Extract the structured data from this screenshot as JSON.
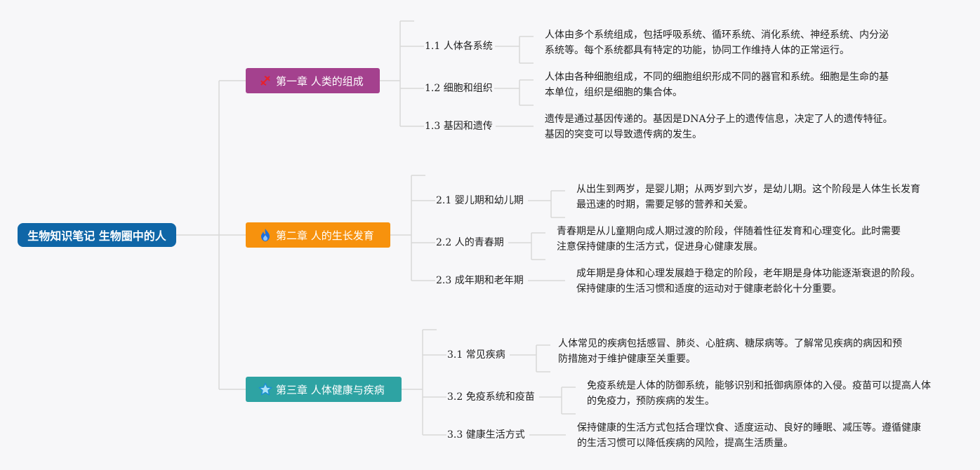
{
  "root": {
    "title": "生物知识笔记 生物圈中的人"
  },
  "chapters": [
    {
      "title": "第一章 人类的组成",
      "color": "#a4418e",
      "icon": "dna-icon",
      "sections": [
        {
          "title": "1.1 人体各系统",
          "text": [
            "人体由多个系统组成，包括呼吸系统、循环系统、消化系统、神经系统、内分泌",
            "系统等。每个系统都具有特定的功能，协同工作维持人体的正常运行。"
          ]
        },
        {
          "title": "1.2 细胞和组织",
          "text": [
            "人体由各种细胞组成，不同的细胞组织形成不同的器官和系统。细胞是生命的基",
            "本单位，组织是细胞的集合体。"
          ]
        },
        {
          "title": "1.3 基因和遗传",
          "text": [
            "遗传是通过基因传递的。基因是DNA分子上的遗传信息，决定了人的遗传特征。",
            "基因的突变可以导致遗传病的发生。"
          ]
        }
      ]
    },
    {
      "title": "第二章 人的生长发育",
      "color": "#f7920d",
      "icon": "flame-icon",
      "sections": [
        {
          "title": "2.1 婴儿期和幼儿期",
          "text": [
            "从出生到两岁，是婴儿期；从两岁到六岁，是幼儿期。这个阶段是人体生长发育",
            "最迅速的时期，需要足够的营养和关爱。"
          ]
        },
        {
          "title": "2.2 人的青春期",
          "text": [
            "青春期是从儿童期向成人期过渡的阶段，伴随着性征发育和心理变化。此时需要",
            "注意保持健康的生活方式，促进身心健康发展。"
          ]
        },
        {
          "title": "2.3 成年期和老年期",
          "text": [
            "成年期是身体和心理发展趋于稳定的阶段，老年期是身体功能逐渐衰退的阶段。",
            "保持健康的生活习惯和适度的运动对于健康老龄化十分重要。"
          ]
        }
      ]
    },
    {
      "title": "第三章 人体健康与疾病",
      "color": "#2ea3a3",
      "icon": "star-icon",
      "sections": [
        {
          "title": "3.1 常见疾病",
          "text": [
            "人体常见的疾病包括感冒、肺炎、心脏病、糖尿病等。了解常见疾病的病因和预",
            "防措施对于维护健康至关重要。"
          ]
        },
        {
          "title": "3.2 免疫系统和疫苗",
          "text": [
            "免疫系统是人体的防御系统，能够识别和抵御病原体的入侵。疫苗可以提高人体",
            "的免疫力，预防疾病的发生。"
          ]
        },
        {
          "title": "3.3 健康生活方式",
          "text": [
            "保持健康的生活方式包括合理饮食、适度运动、良好的睡眠、减压等。遵循健康",
            "的生活习惯可以降低疾病的风险，提高生活质量。"
          ]
        }
      ]
    }
  ]
}
